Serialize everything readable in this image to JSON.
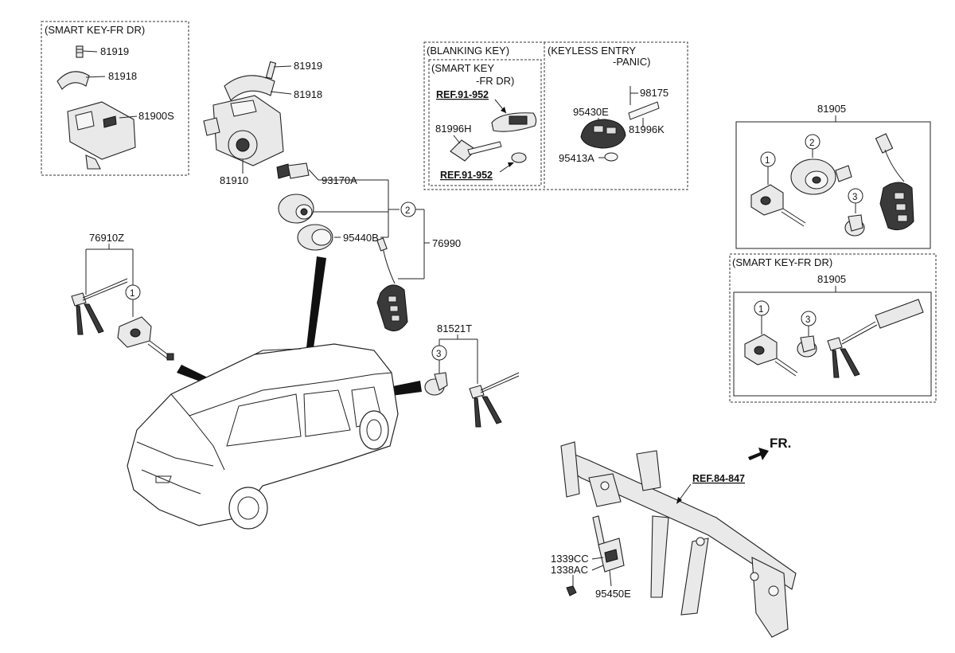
{
  "box_headers": {
    "smart_key_fr_dr_top": "(SMART KEY-FR DR)",
    "blanking_key": "(BLANKING KEY)",
    "smart_key_fr_dr_inner_line1": "(SMART KEY",
    "smart_key_fr_dr_inner_line2": "-FR DR)",
    "keyless_entry_line1": "(KEYLESS ENTRY",
    "keyless_entry_line2": "-PANIC)",
    "smart_key_fr_dr_right": "(SMART KEY-FR DR)"
  },
  "part_numbers": {
    "p81919_a": "81919",
    "p81918_a": "81918",
    "p81900S": "81900S",
    "p81919_b": "81919",
    "p81918_b": "81918",
    "p81910": "81910",
    "p93170A": "93170A",
    "p95440B": "95440B",
    "p76990": "76990",
    "p76910Z": "76910Z",
    "p81521T": "81521T",
    "p81996H": "81996H",
    "p95430E": "95430E",
    "p98175": "98175",
    "p81996K": "81996K",
    "p95413A": "95413A",
    "p81905_a": "81905",
    "p81905_b": "81905",
    "p1339CC": "1339CC",
    "p1338AC": "1338AC",
    "p95450E": "95450E"
  },
  "references": {
    "ref_91_952_a": "REF.91-952",
    "ref_91_952_b": "REF.91-952",
    "ref_84_847": "REF.84-847"
  },
  "callouts": {
    "c1": "1",
    "c2": "2",
    "c3": "3"
  },
  "direction": {
    "front_label": "FR."
  }
}
